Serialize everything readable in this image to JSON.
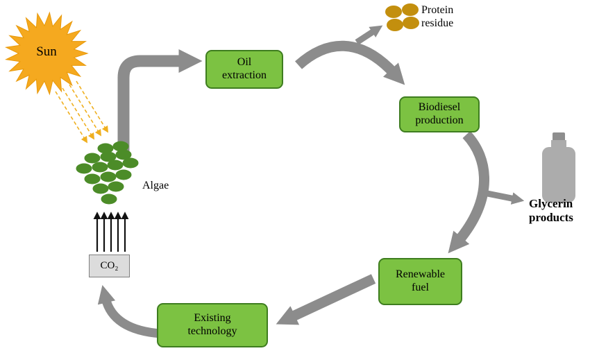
{
  "nodes": {
    "sun": "Sun",
    "algae": "Algae",
    "co2": "CO₂",
    "protein_residue": "Protein\nresidue",
    "glycerin_products": "Glycerin\nproducts",
    "oil_extraction": "Oil\nextraction",
    "biodiesel_production": "Biodiesel\nproduction",
    "renewable_fuel": "Renewable\nfuel",
    "existing_technology": "Existing\ntechnology"
  },
  "edges": [
    {
      "from": "sun",
      "to": "algae",
      "style": "dashed-yellow-rays"
    },
    {
      "from": "co2",
      "to": "algae",
      "style": "thin-black-arrows"
    },
    {
      "from": "algae",
      "to": "oil_extraction",
      "style": "thick-gray"
    },
    {
      "from": "oil_extraction",
      "to": "protein_residue",
      "style": "thin-gray-branch"
    },
    {
      "from": "oil_extraction",
      "to": "biodiesel_production",
      "style": "thick-gray"
    },
    {
      "from": "biodiesel_production",
      "to": "glycerin_products",
      "style": "thin-gray-branch"
    },
    {
      "from": "biodiesel_production",
      "to": "renewable_fuel",
      "style": "thick-gray"
    },
    {
      "from": "renewable_fuel",
      "to": "existing_technology",
      "style": "thick-gray"
    },
    {
      "from": "existing_technology",
      "to": "co2",
      "style": "thick-gray"
    }
  ],
  "colors": {
    "box_fill": "#7CC242",
    "box_border": "#3E7D1F",
    "arrow_gray": "#8C8C8C",
    "sun_orange": "#F5A91F",
    "algae_green": "#4C8C28",
    "protein_gold": "#C38F0E",
    "bottle_gray": "#ACACAC",
    "co2_box_fill": "#DCDCDC"
  }
}
